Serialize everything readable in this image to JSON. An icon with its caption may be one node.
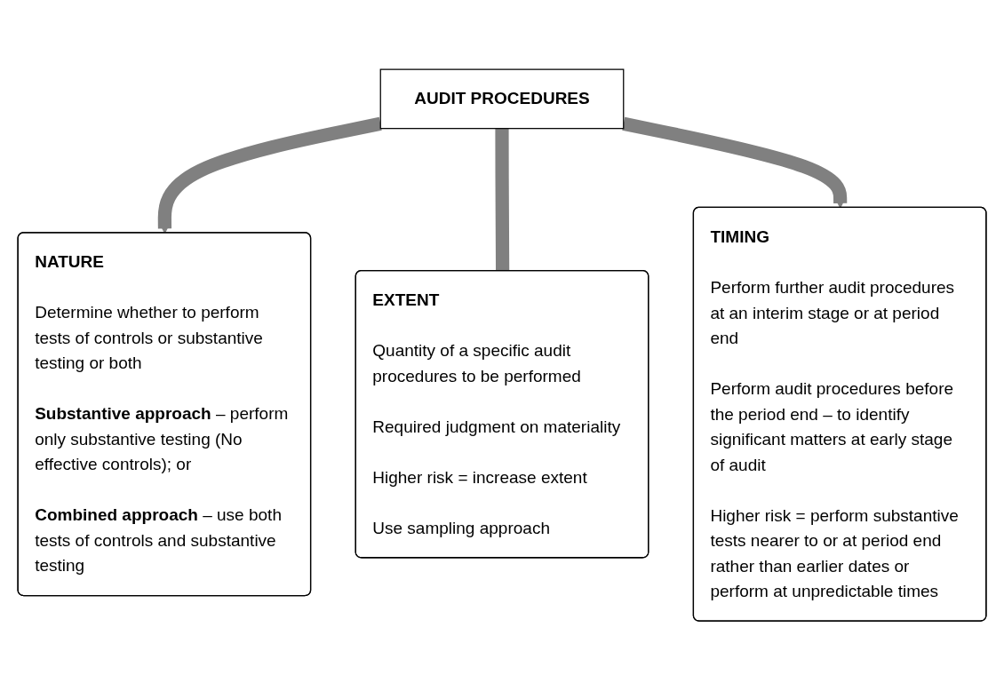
{
  "diagram": {
    "nodes": [
      {
        "text": [
          "AUDIT PROCEDURES"
        ]
      },
      {
        "text": [
          "NATURE",
          "Determine whether to perform tests of controls or substantive testing or both",
          "**Substantive approach** – perform only substantive testing (No effective controls); or",
          "**Combined approach** – use both tests of controls and substantive testing"
        ]
      },
      {
        "text": [
          "EXTENT",
          "Quantity of a specific audit procedures to be performed",
          "Required judgment on materiality",
          "Higher risk = increase extent",
          "Use sampling approach"
        ]
      },
      {
        "text": [
          "TIMING",
          "Perform further audit procedures at an interim stage or at period end",
          "Perform audit procedures before the period end – to identify significant matters at early stage of audit",
          "Higher risk = perform substantive tests nearer to or at period end rather than earlier dates or perform at unpredictable times"
        ]
      }
    ],
    "edges": [
      {
        "from": 0,
        "to": 1,
        "arrow": "to"
      },
      {
        "from": 0,
        "to": 2,
        "arrow": "none"
      },
      {
        "from": 0,
        "to": 3,
        "arrow": "to"
      }
    ]
  }
}
